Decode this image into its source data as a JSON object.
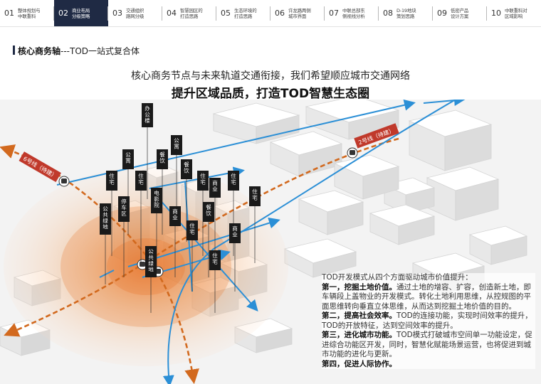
{
  "nav": {
    "items": [
      {
        "num": "01",
        "label": "整体规划与\n中联重科"
      },
      {
        "num": "02",
        "label": "商业布局\n分级策略"
      },
      {
        "num": "03",
        "label": "交通组织\n路网分级"
      },
      {
        "num": "04",
        "label": "智慧园区的\n打造思路"
      },
      {
        "num": "05",
        "label": "生态环境的\n打造思路"
      },
      {
        "num": "06",
        "label": "许龙路两侧\n城市界面"
      },
      {
        "num": "07",
        "label": "中联总部东\n侧视线分析"
      },
      {
        "num": "08",
        "label": "D-19地块\n策划思路"
      },
      {
        "num": "09",
        "label": "低密产品\n设计方案"
      },
      {
        "num": "10",
        "label": "中联重科对\n区域影响"
      }
    ],
    "active_index": 1
  },
  "section": {
    "title_main": "核心商务轴",
    "title_sub": "---TOD一站式复合体"
  },
  "headline": {
    "line1": "核心商务节点与未来轨道交通衔接，我们希望顺应城市交通网络",
    "line2": "提升区域品质，打造TOD智慧生态圈"
  },
  "map": {
    "metro_line_6": "6号线（待建）",
    "metro_line_2": "2号线（待建）",
    "labels": [
      "办公楼",
      "公寓",
      "公寓",
      "餐饮",
      "餐饮",
      "住宅",
      "住宅",
      "住宅",
      "住宅",
      "商业",
      "住宅",
      "电影院",
      "停车区",
      "公共绿地",
      "商业",
      "餐饮",
      "商业",
      "住宅",
      "住宅",
      "公共绿地"
    ],
    "colors": {
      "metro_line": "#d2691e",
      "road_arrow": "#2b8fd6",
      "station_tag": "#c0392b",
      "label_tag": "#1a1a1a",
      "heat_core": "#e8762d"
    }
  },
  "panel": {
    "intro": "TOD开发模式从四个方面驱动城市价值提升：",
    "p1_title": "第一，挖掘土地价值。",
    "p1_body": "通过土地的增容、扩容，创造新土地，即车辆段上盖物业的开发模式。转化土地利用思维，从控规图的平面思维转向垂直立体思维，从而达到挖掘土地价值的目的。",
    "p2_title": "第二，提高社会效率。",
    "p2_body": "TOD的连接功能，实现时间效率的提升，TOD的开放特征，达到空间效率的提升。",
    "p3_title": "第三，进化城市功能。",
    "p3_body": "TOD模式打破城市空间单一功能设定，促进综合功能区开发，同时，智慧化赋能场景运营，也将促进到城市功能的进化与更新。",
    "p4_title": "第四，促进人际协作。"
  }
}
